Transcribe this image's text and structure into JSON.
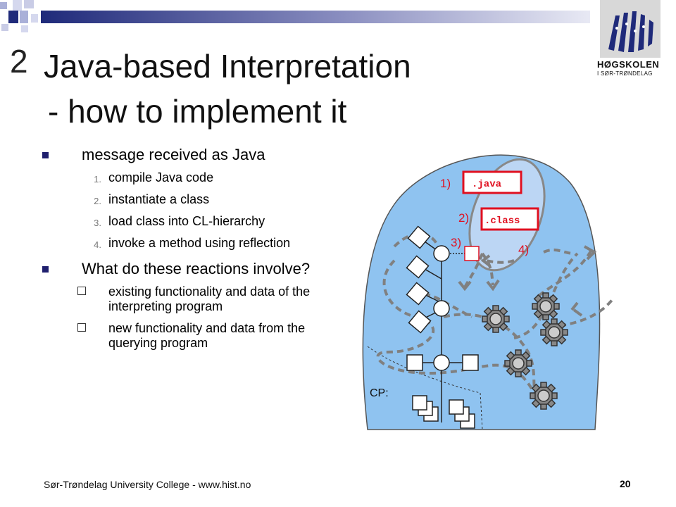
{
  "slide": {
    "title_number": "2",
    "title_line1": "Java-based Interpretation",
    "title_line2": "- how to implement it"
  },
  "logo": {
    "name": "HØGSKOLEN",
    "subtitle": "I SØR-TRØNDELAG"
  },
  "bullets": [
    {
      "text": "message received as Java",
      "items": [
        {
          "num": "1.",
          "text": "compile Java code"
        },
        {
          "num": "2.",
          "text": "instantiate a class"
        },
        {
          "num": "3.",
          "text": "load class into CL-hierarchy"
        },
        {
          "num": "4.",
          "text": "invoke a method using reflection"
        }
      ]
    },
    {
      "text": "What do these reactions involve?",
      "items": [
        {
          "text": "existing functionality and data of the interpreting program"
        },
        {
          "text": "new functionality and data from the querying program"
        }
      ]
    }
  ],
  "diagram": {
    "label_1": "1)",
    "label_2": "2)",
    "label_3": "3)",
    "label_4": "4)",
    "java_box": ".java",
    "class_box": ".class",
    "cp_label": "CP:",
    "colors": {
      "blob": "#8fc3f0",
      "ellipse": "#bcd6f4",
      "red": "#e01020",
      "dash": "#808080"
    }
  },
  "footer": {
    "text": "Sør-Trøndelag University College - www.hist.no",
    "page": "20"
  }
}
